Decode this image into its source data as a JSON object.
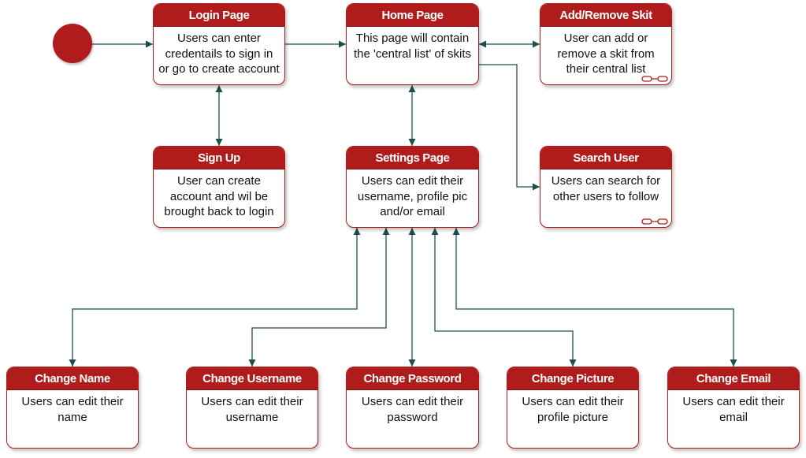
{
  "states": {
    "login": {
      "title": "Login Page",
      "desc": "Users can enter credentails to sign in or go to create account"
    },
    "home": {
      "title": "Home Page",
      "desc": "This page will contain the 'central list' of skits"
    },
    "addremove": {
      "title": "Add/Remove Skit",
      "desc": "User can add or remove a skit from their central list"
    },
    "signup": {
      "title": "Sign Up",
      "desc": "User can create account and wil be brought back to login"
    },
    "settings": {
      "title": "Settings Page",
      "desc": "Users can edit their username, profile pic and/or email"
    },
    "search": {
      "title": "Search User",
      "desc": "Users can search for other users to follow"
    },
    "changename": {
      "title": "Change Name",
      "desc": "Users can edit their name"
    },
    "changeusername": {
      "title": "Change Username",
      "desc": "Users can edit their username"
    },
    "changepassword": {
      "title": "Change Password",
      "desc": "Users can edit their password"
    },
    "changepicture": {
      "title": "Change Picture",
      "desc": "Users can edit their profile picture"
    },
    "changeemail": {
      "title": "Change Email",
      "desc": "Users can edit their email"
    }
  },
  "colors": {
    "accent": "#b01c1c",
    "connector": "#1f4e4e"
  }
}
